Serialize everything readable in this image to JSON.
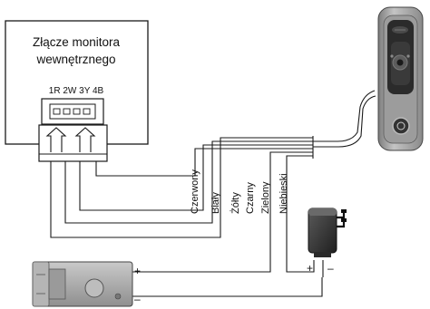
{
  "monitor": {
    "title_line1": "Złącze monitora",
    "title_line2": "wewnętrznego",
    "pin_labels": "1R 2W 3Y 4B"
  },
  "wires": {
    "labels": [
      "Czerwony",
      "Biały",
      "Żółty",
      "Czarny",
      "Zielony",
      "Niebieski"
    ]
  },
  "power_supply": {
    "plus": "+",
    "minus": "–"
  },
  "lock": {
    "plus": "+",
    "minus": "–"
  },
  "colors": {
    "line": "#1a1a1a",
    "panel_body": "#a9a9a9",
    "panel_dark": "#2b2b2b",
    "lock_body": "#a7a7a7"
  }
}
